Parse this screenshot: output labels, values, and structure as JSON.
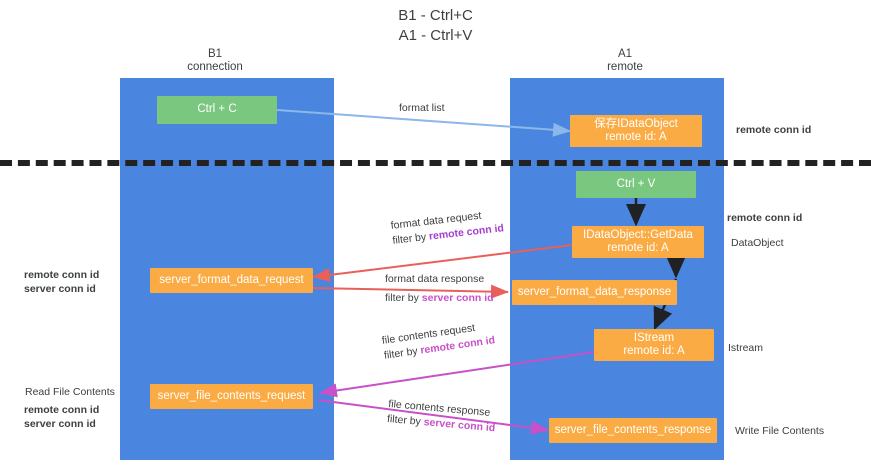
{
  "title": {
    "line1": "B1 - Ctrl+C",
    "line2": "A1 - Ctrl+V"
  },
  "lanes": [
    {
      "id": "b1",
      "title_line1": "B1",
      "title_line2": "connection",
      "color": "#4a86e0"
    },
    {
      "id": "a1",
      "title_line1": "A1",
      "title_line2": "remote",
      "color": "#4a86e0"
    }
  ],
  "nodes": {
    "ctrl_c": {
      "label": "Ctrl + C",
      "color": "#7ac77f"
    },
    "save_idataobject": {
      "label": "保存IDataObject",
      "sub": "remote id: A",
      "color": "#fbab44"
    },
    "ctrl_v": {
      "label": "Ctrl + V",
      "color": "#7ac77f"
    },
    "getdata": {
      "label": "IDataObject::GetData",
      "sub": "remote id: A",
      "color": "#fbab44"
    },
    "format_req": {
      "label": "server_format_data_request",
      "color": "#fbab44"
    },
    "format_resp": {
      "label": "server_format_data_response",
      "color": "#fbab44"
    },
    "istream": {
      "label": "IStream",
      "sub": "remote id: A",
      "color": "#fbab44"
    },
    "file_req": {
      "label": "server_file_contents_request",
      "color": "#fbab44"
    },
    "file_resp": {
      "label": "server_file_contents_response",
      "color": "#fbab44"
    }
  },
  "edges": [
    {
      "id": "format-list",
      "label": "format list",
      "color": "#8ab8e8"
    },
    {
      "id": "format-data-request",
      "label_plain": "format data request",
      "label_filter_prefix": "filter by ",
      "label_filter_key": "remote conn id",
      "color": "#e8605a"
    },
    {
      "id": "format-data-response",
      "label_plain": "format data response",
      "label_filter_prefix": "filter by ",
      "label_filter_key": "server conn id",
      "color": "#e8605a"
    },
    {
      "id": "file-contents-request",
      "label_plain": "file contents request",
      "label_filter_prefix": "filter by ",
      "label_filter_key": "remote conn id",
      "color": "#c850c8"
    },
    {
      "id": "file-contents-response",
      "label_plain": "file contents response",
      "label_filter_prefix": "filter by ",
      "label_filter_key": "server conn id",
      "color": "#c850c8"
    }
  ],
  "annotations": {
    "right_remote_conn_id_1": "remote conn id",
    "right_remote_conn_id_2": "remote conn id",
    "right_dataobject": "DataObject",
    "right_istream": "Istream",
    "right_write_file_contents": "Write File Contents",
    "left_remote_conn_id_1": "remote conn id",
    "left_server_conn_id_1": "server conn id",
    "left_read_file_contents": "Read File Contents",
    "left_remote_conn_id_2": "remote conn id",
    "left_server_conn_id_2": "server conn id"
  },
  "colors": {
    "lane": "#4a86e0",
    "green_node": "#7ac77f",
    "orange_node": "#fbab44",
    "format_list_arrow": "#8ab8e8",
    "format_arrow": "#e8605a",
    "file_arrow": "#c850c8",
    "black_arrow": "#202124",
    "purple_text": "#a23fd0",
    "green_text": "#72c181",
    "divider": "#222222"
  }
}
